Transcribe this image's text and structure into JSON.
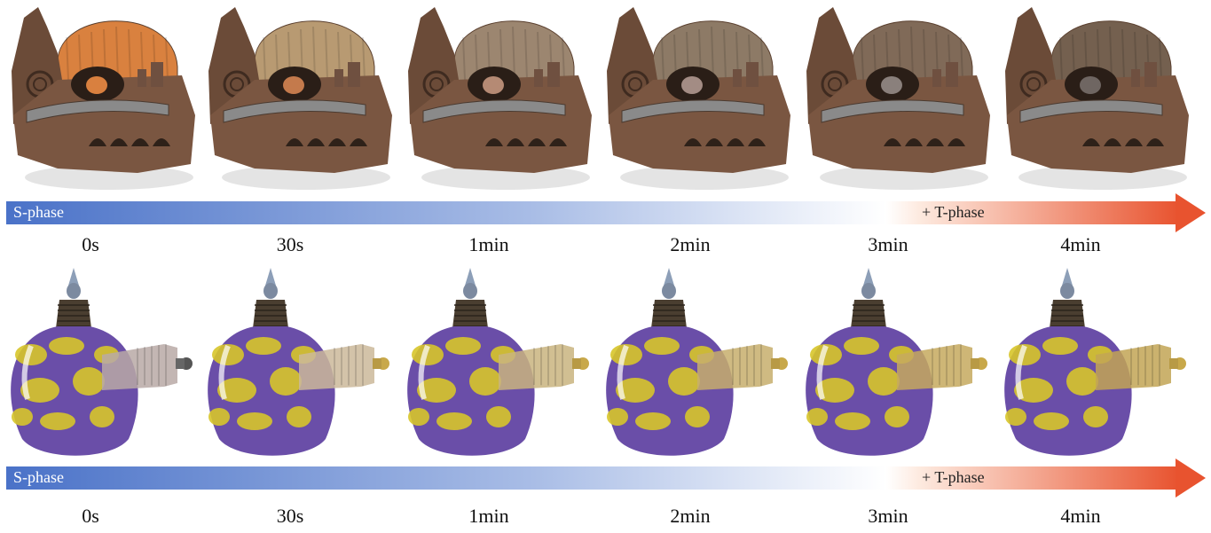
{
  "rows": [
    {
      "subject": "clay-castle",
      "phase_start_label": "S-phase",
      "phase_end_label": "+ T-phase",
      "time_labels": [
        "0s",
        "30s",
        "1min",
        "2min",
        "3min",
        "4min"
      ]
    },
    {
      "subject": "vase",
      "phase_start_label": "S-phase",
      "phase_end_label": "+ T-phase",
      "time_labels": [
        "0s",
        "30s",
        "1min",
        "2min",
        "3min",
        "4min"
      ]
    }
  ],
  "colors": {
    "s_phase_blue": "#4a72c8",
    "fade_white": "#ffffff",
    "t_phase_orange": "#e8532f",
    "clay_brown": "#6b4b38",
    "dome_orange": "#d9813f",
    "vase_purple": "#6a4ea8",
    "vase_yellow": "#d7c52a"
  },
  "dome_color_progression": [
    "#d9813f",
    "#b89a72",
    "#9c8670",
    "#8d7a66",
    "#806a58",
    "#74604f"
  ],
  "spout_color_progression": [
    "#b8a9a6",
    "#cbb89a",
    "#c9b47f",
    "#c7ae6c",
    "#c5a95e",
    "#c2a455"
  ]
}
